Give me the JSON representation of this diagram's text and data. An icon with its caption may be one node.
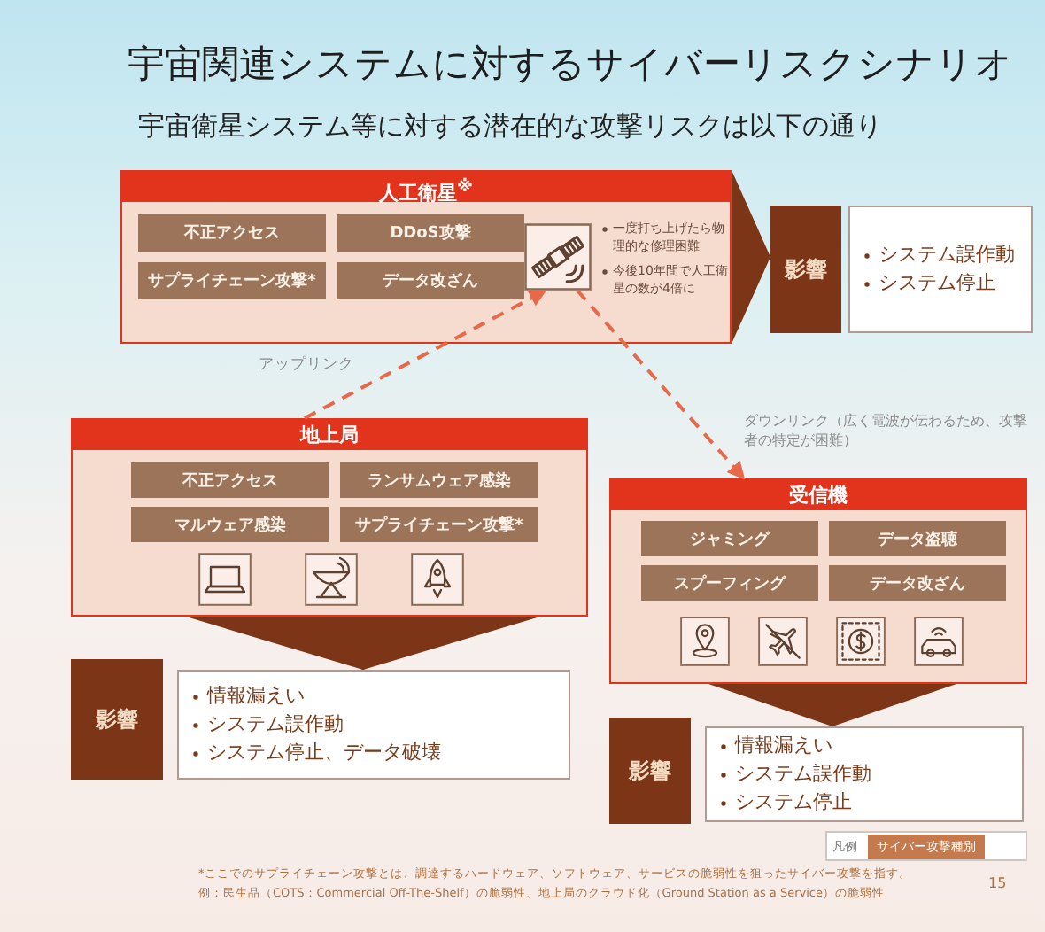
{
  "diagram": {
    "title": "宇宙関連システムに対するサイバーリスクシナリオ",
    "nodes": [
      {
        "text": [
          "人工衛星$^{※}$",
          "一度打ち上げたら物理的な修理困難",
          "今後10年間で人工衛星の数が4倍に"
        ]
      },
      {
        "text": [
          "不正アクセス"
        ],
        "in": 0
      },
      {
        "text": [
          "DDoS攻撃"
        ],
        "in": 0
      },
      {
        "text": [
          "サプライチェーン攻撃*"
        ],
        "in": 0
      },
      {
        "text": [
          "データ改ざん"
        ],
        "in": 0
      },
      {
        "text": [],
        "shape": "picture",
        "in": 0
      },
      {
        "text": [
          "影響"
        ]
      },
      {
        "text": [
          "システム誤作動",
          "システム停止"
        ]
      },
      {
        "text": [
          "地上局"
        ]
      },
      {
        "text": [
          "不正アクセス"
        ],
        "in": 8
      },
      {
        "text": [
          "ランサムウェア感染"
        ],
        "in": 8
      },
      {
        "text": [
          "マルウェア感染"
        ],
        "in": 8
      },
      {
        "text": [
          "サプライチェーン攻撃*"
        ],
        "in": 8
      },
      {
        "text": [
          "影響"
        ]
      },
      {
        "text": [
          "情報漏えい",
          "システム誤作動",
          "システム停止、データ破壊"
        ]
      },
      {
        "text": [
          "受信機"
        ]
      },
      {
        "text": [
          "ジャミング"
        ],
        "in": 15
      },
      {
        "text": [
          "データ盗聴"
        ],
        "in": 15
      },
      {
        "text": [
          "スプーフィング"
        ],
        "in": 15
      },
      {
        "text": [
          "データ改ざん"
        ],
        "in": 15
      },
      {
        "text": [
          "影響"
        ]
      },
      {
        "text": [
          "情報漏えい",
          "システム誤作動",
          "システム停止"
        ]
      }
    ],
    "edges": [
      {
        "from": 0,
        "to": 6,
        "arrow": "to"
      },
      {
        "from": 8,
        "to": 5,
        "arrow": "to",
        "style": "dashed",
        "color": "#e8694a",
        "label": "アップリンク"
      },
      {
        "from": 5,
        "to": 15,
        "arrow": "to",
        "style": "dashed",
        "color": "#e8694a",
        "label": "ダウンリンク（広く電波が伝わるため、攻撃者の特定が困難）"
      },
      {
        "from": 8,
        "to": 14,
        "arrow": "to"
      },
      {
        "from": 15,
        "to": 21,
        "arrow": "to"
      }
    ],
    "labels": [
      "宇宙衛星システム等に対する潜在的な攻撃リスクは以下の通り",
      "凡例",
      "*ここでのサプライチェーン攻撃とは、調達するハードウェア、ソフトウェア、サービスの脆弱性を狙ったサイバー攻撃を指す。",
      "例：民生品（COTS：Commercial Off-The-Shelf）の脆弱性、地上局のクラウド化（Ground Station as a Service）の脆弱性",
      "15"
    ],
    "legend": [
      {
        "text": "サイバー攻撃種別",
        "color": "#c47a4c"
      }
    ]
  }
}
